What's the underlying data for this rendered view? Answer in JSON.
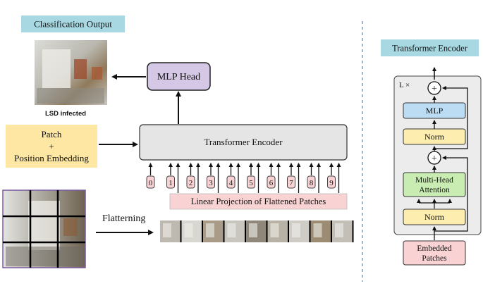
{
  "left": {
    "classification_output_label": "Classification Output",
    "result_caption": "LSD infected",
    "mlp_head_label": "MLP Head",
    "patch_embedding_lines": [
      "Patch",
      "+",
      "Position Embedding"
    ],
    "transformer_encoder_label": "Transformer Encoder",
    "position_indices": [
      "0",
      "1",
      "2",
      "3",
      "4",
      "5",
      "6",
      "7",
      "8",
      "9"
    ],
    "linear_projection_label": "Linear Projection of Flattened Patches",
    "flattening_label": "Flatterning"
  },
  "right": {
    "title": "Transformer Encoder",
    "repeat_label": "L ×",
    "plus_symbol": "+",
    "mlp_label": "MLP",
    "norm_label": "Norm",
    "attention_lines": [
      "Multi-Head",
      "Attention"
    ],
    "embedded_patches_lines": [
      "Embedded",
      "Patches"
    ]
  },
  "colors": {
    "label_bg": "#a8d9e2",
    "mlp_head_fill": "#d4c8e6",
    "embedding_fill": "#fde7a2",
    "encoder_fill": "#e5e5e5",
    "projection_fill": "#f9d3d3",
    "mlp_fill": "#bcdcf3",
    "norm_fill": "#fdeeb0",
    "attention_fill": "#c8ecb2",
    "embedded_fill": "#f9d3d3",
    "divider": "#7e9cc4"
  }
}
